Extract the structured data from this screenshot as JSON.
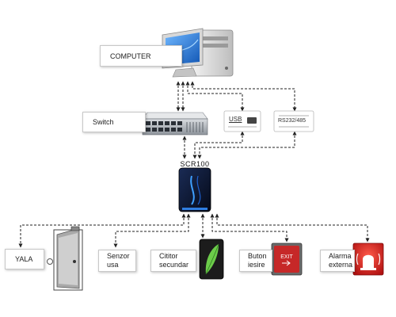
{
  "nodes": {
    "computer": "COMPUTER",
    "switch": "Switch",
    "usb": "USB",
    "rs232": "RS232/485",
    "controller": "SCR100",
    "yala": "YALA",
    "door_sensor": [
      "Senzor",
      "usa"
    ],
    "secondary_reader": [
      "Cititor",
      "secundar"
    ],
    "exit_button": [
      "Buton",
      "iesire"
    ],
    "exit_button_sign": "EXIT",
    "external_alarm": [
      "Alarma",
      "externa"
    ]
  },
  "colors": {
    "line": "#222222",
    "monitor_screen": "#2a7fd6",
    "exit_button": "#c62828",
    "alarm": "#d32020",
    "reader_leaf": "#4caf50",
    "controller_body": "#0d1a33"
  },
  "icons": [
    "computer-icon",
    "network-switch-icon",
    "usb-icon",
    "serial-port-icon",
    "controller-icon",
    "door-icon",
    "card-reader-icon",
    "exit-button-icon",
    "alarm-bell-icon"
  ]
}
